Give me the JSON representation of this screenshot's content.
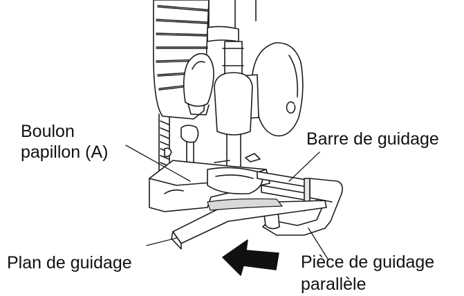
{
  "labels": {
    "wing_bolt": [
      "Boulon",
      "papillon (A)"
    ],
    "guide_bar": "Barre de guidage",
    "guide_plane": "Plan de guidage",
    "parallel_guide": [
      "Pièce de guidage",
      "parallèle"
    ]
  },
  "arrow": {
    "direction": "left",
    "icon": "push-arrow-icon"
  },
  "colors": {
    "line": "#1a1a1a",
    "fill": "#ffffff",
    "shade": "#d9d9d9"
  }
}
